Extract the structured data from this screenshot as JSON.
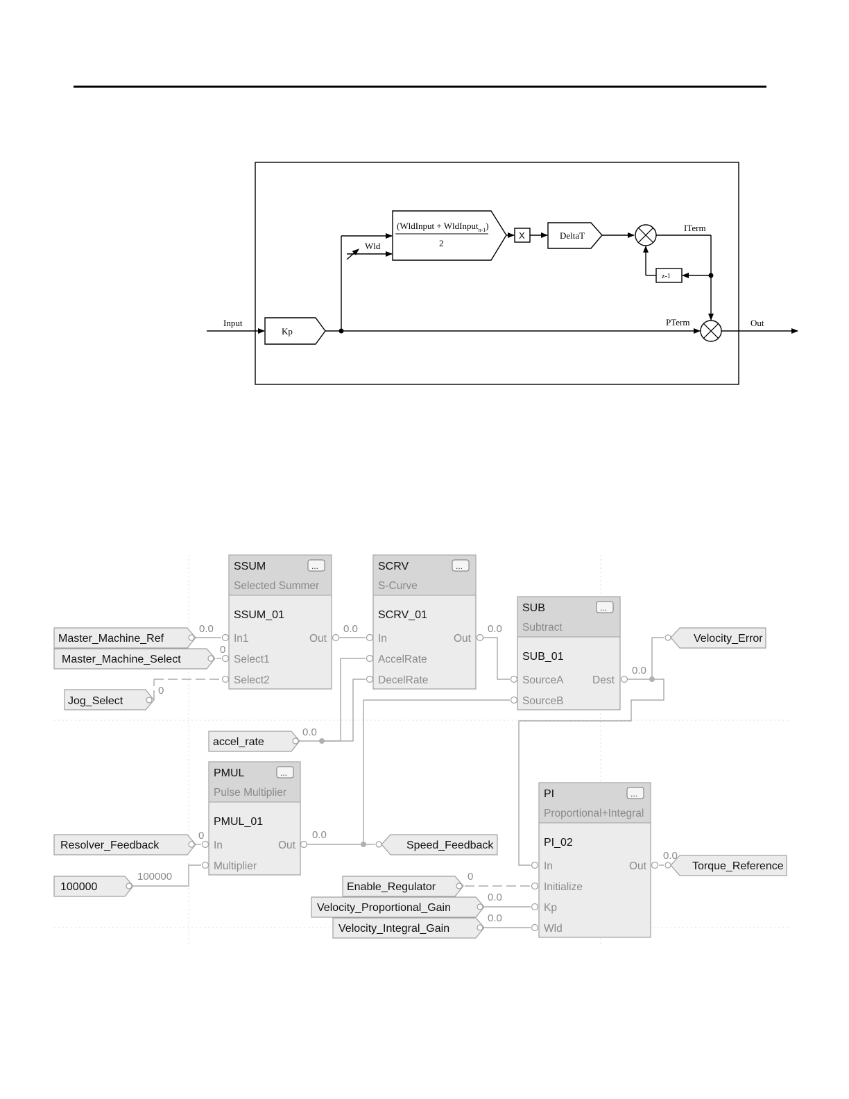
{
  "schematic": {
    "labels": {
      "input": "Input",
      "kp": "Kp",
      "wld": "Wld",
      "formula_numerator": "(WldInput + WldInput",
      "formula_subscript": "n-1",
      "formula_close": ")",
      "formula_denominator": "2",
      "multiply": "X",
      "delta_t": "DeltaT",
      "iterm": "ITerm",
      "z_delay": "z-1",
      "pterm": "PTerm",
      "out": "Out"
    }
  },
  "fbd": {
    "blocks": [
      {
        "id": "ssum",
        "type": "SSUM",
        "description": "Selected Summer",
        "instance": "SSUM_01",
        "inputs": [
          "In1",
          "Select1",
          "Select2"
        ],
        "outputs": [
          "Out"
        ],
        "menu_label": "..."
      },
      {
        "id": "scrv",
        "type": "SCRV",
        "description": "S-Curve",
        "instance": "SCRV_01",
        "inputs": [
          "In",
          "AccelRate",
          "DecelRate"
        ],
        "outputs": [
          "Out"
        ],
        "menu_label": "..."
      },
      {
        "id": "sub",
        "type": "SUB",
        "description": "Subtract",
        "instance": "SUB_01",
        "inputs": [
          "SourceA",
          "SourceB"
        ],
        "outputs": [
          "Dest"
        ],
        "menu_label": "..."
      },
      {
        "id": "pmul",
        "type": "PMUL",
        "description": "Pulse Multiplier",
        "instance": "PMUL_01",
        "inputs": [
          "In",
          "Multiplier"
        ],
        "outputs": [
          "Out"
        ],
        "menu_label": "..."
      },
      {
        "id": "pi",
        "type": "PI",
        "description": "Proportional+Integral",
        "instance": "PI_02",
        "inputs": [
          "In",
          "Initialize",
          "Kp",
          "Wld"
        ],
        "outputs": [
          "Out"
        ],
        "menu_label": "..."
      }
    ],
    "input_refs": [
      {
        "id": "master_machine_ref",
        "tag": "Master_Machine_Ref",
        "value": "0.0"
      },
      {
        "id": "master_machine_select",
        "tag": "Master_Machine_Select",
        "value": "0"
      },
      {
        "id": "jog_select",
        "tag": "Jog_Select",
        "value": "0"
      },
      {
        "id": "accel_rate",
        "tag": "accel_rate",
        "value": "0.0"
      },
      {
        "id": "resolver_feedback",
        "tag": "Resolver_Feedback",
        "value": "0"
      },
      {
        "id": "constant_100000",
        "tag": "100000",
        "value": "100000"
      },
      {
        "id": "enable_regulator",
        "tag": "Enable_Regulator",
        "value": "0"
      },
      {
        "id": "velocity_proportional_gain",
        "tag": "Velocity_Proportional_Gain",
        "value": "0.0"
      },
      {
        "id": "velocity_integral_gain",
        "tag": "Velocity_Integral_Gain",
        "value": "0.0"
      }
    ],
    "output_refs": [
      {
        "id": "velocity_error",
        "tag": "Velocity_Error"
      },
      {
        "id": "speed_feedback",
        "tag": "Speed_Feedback"
      },
      {
        "id": "torque_reference",
        "tag": "Torque_Reference"
      }
    ],
    "wire_values": {
      "ssum_out": "0.0",
      "scrv_out": "0.0",
      "sub_dest": "0.0",
      "pmul_out": "0.0",
      "pi_out": "0.0"
    }
  }
}
